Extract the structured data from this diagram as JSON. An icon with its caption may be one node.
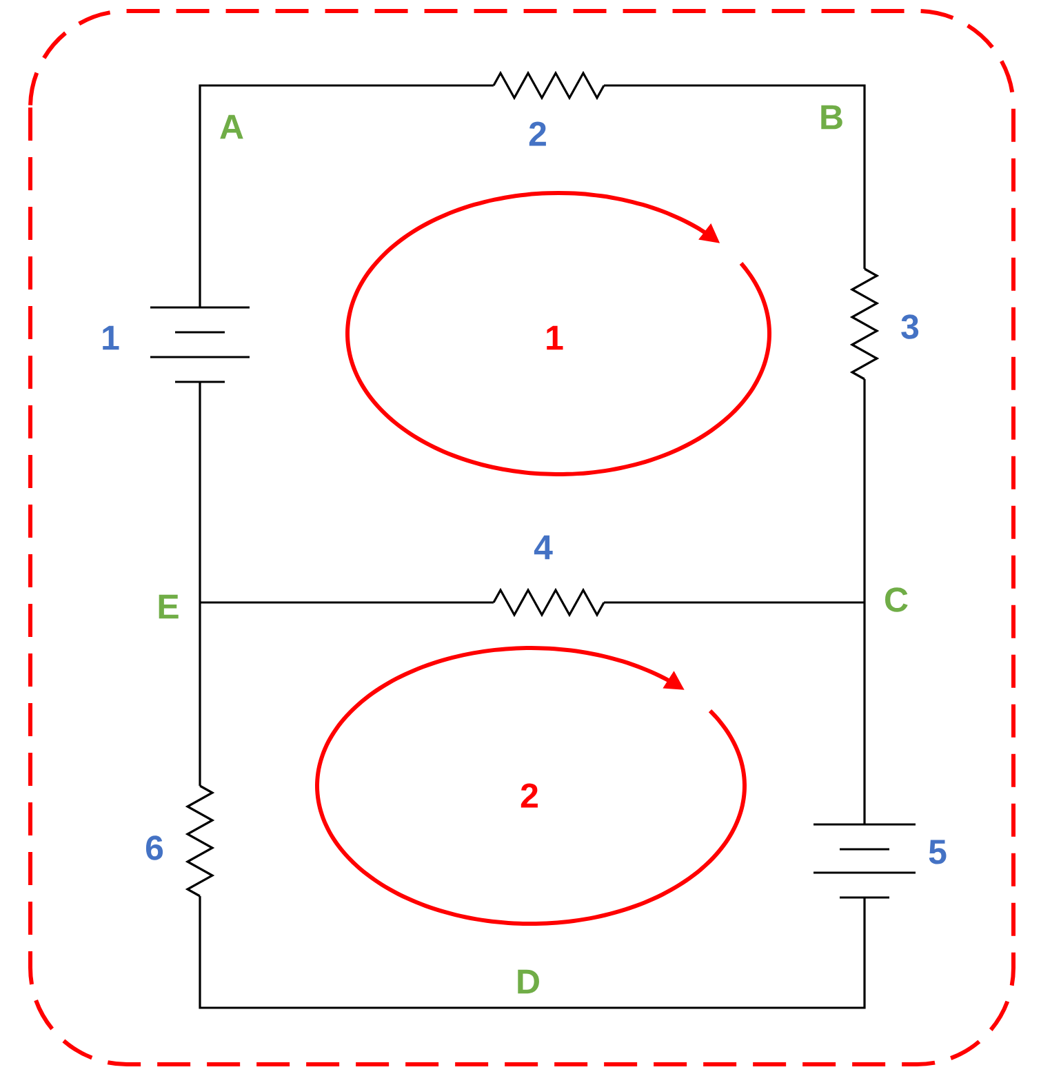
{
  "diagram": {
    "labels": [
      "A",
      "2",
      "B",
      "1",
      "1",
      "3",
      "4",
      "E",
      "C",
      "2",
      "6",
      "5",
      "D"
    ]
  }
}
